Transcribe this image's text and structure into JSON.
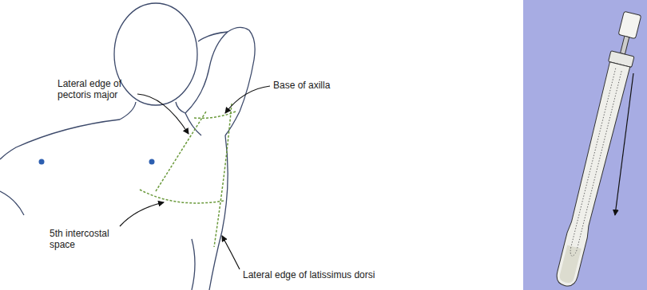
{
  "diagram": {
    "labels": [
      "Lateral edge of pectoris major",
      "Base of axilla",
      "5th intercostal space",
      "Lateral edge of latissimus dorsi"
    ]
  }
}
